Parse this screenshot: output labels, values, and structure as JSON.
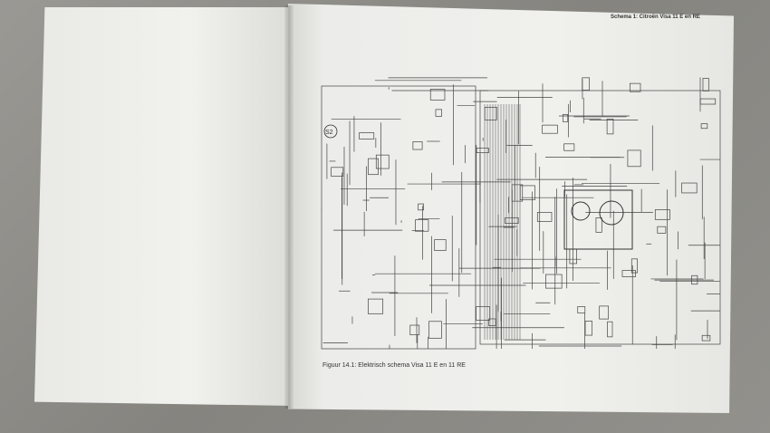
{
  "page_header": "Schema 1: Citroën Visa 11 E en RE",
  "figure_caption": "Figuur 14.1: Elektrisch schema Visa 11 E en 11 RE",
  "diagram_label": "S2"
}
